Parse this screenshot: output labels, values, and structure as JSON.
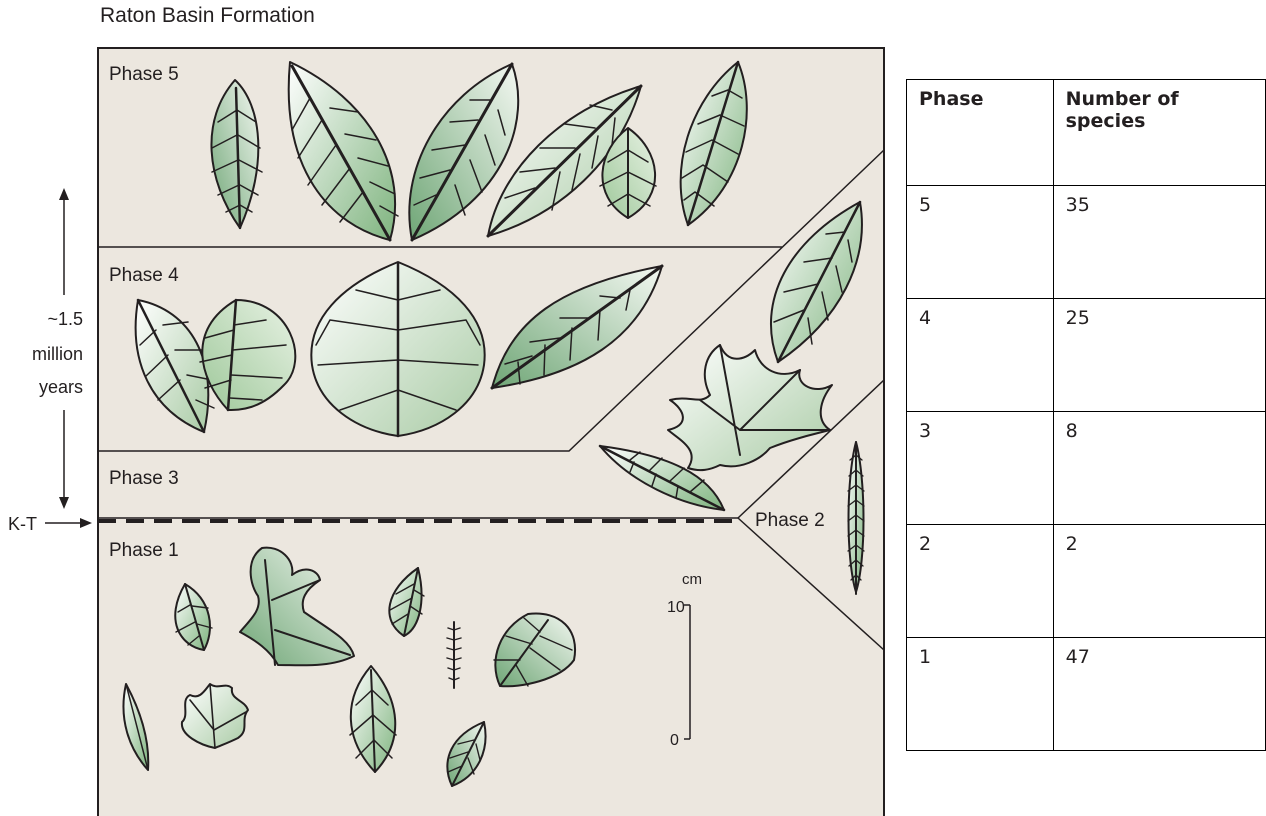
{
  "title": "Raton Basin Formation",
  "diagram": {
    "phase_labels": {
      "phase5": "Phase 5",
      "phase4": "Phase 4",
      "phase3": "Phase 3",
      "phase2": "Phase 2",
      "phase1": "Phase 1"
    },
    "time_span": {
      "line1": "~1.5",
      "line2": "million",
      "line3": "years"
    },
    "boundary_label": "K-T",
    "scale": {
      "unit": "cm",
      "top": "10",
      "bottom": "0"
    },
    "colors": {
      "background": "#ece7df",
      "leaf_green": "#8fbf8f",
      "leaf_light": "#ffffff",
      "outline": "#231f20"
    }
  },
  "table": {
    "headers": [
      "Phase",
      "Number of species"
    ],
    "rows": [
      [
        "5",
        "35"
      ],
      [
        "4",
        "25"
      ],
      [
        "3",
        "8"
      ],
      [
        "2",
        "2"
      ],
      [
        "1",
        "47"
      ]
    ]
  }
}
